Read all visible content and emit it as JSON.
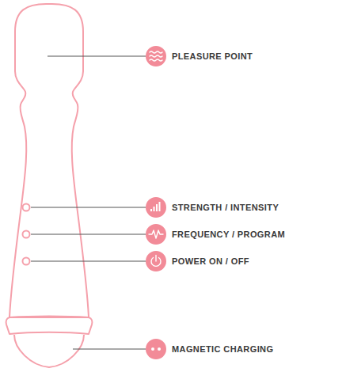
{
  "diagram": {
    "labels": [
      "PLEASURE POINT",
      "STRENGTH / INTENSITY",
      "FREQUENCY / PROGRAM",
      "POWER ON / OFF",
      "MAGNETIC CHARGING"
    ]
  }
}
